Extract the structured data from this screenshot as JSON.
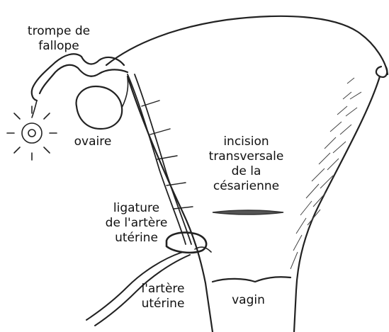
{
  "labels": {
    "tube": {
      "line1": "trompe de",
      "line2": "fallope"
    },
    "ovary": "ovaire",
    "incision": {
      "line1": "incision",
      "line2": "transversale",
      "line3": "de la",
      "line4": "césarienne"
    },
    "ligature": {
      "line1": "ligature",
      "line2": "de l'artère",
      "line3": "utérine"
    },
    "artery": {
      "line1": "l'artère",
      "line2": "utérine"
    },
    "vagina": "vagin"
  },
  "colors": {
    "ink": "#222222",
    "background": "#ffffff",
    "incision": "#555555"
  }
}
